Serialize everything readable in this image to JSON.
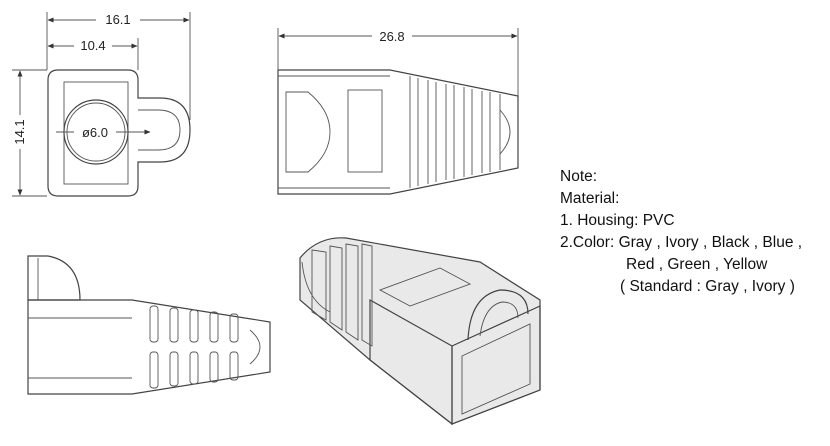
{
  "dimensions": {
    "overall_width": "16.1",
    "inner_width": "10.4",
    "height": "14.1",
    "hole_diameter": "ø6.0",
    "length": "26.8"
  },
  "notes": {
    "heading": "Note:",
    "material_label": "Material:",
    "housing": "1. Housing: PVC",
    "color_line1": "2.Color:  Gray , Ivory , Black , Blue ,",
    "color_line2": "Red , Green , Yellow",
    "standard": "( Standard : Gray , Ivory )"
  }
}
